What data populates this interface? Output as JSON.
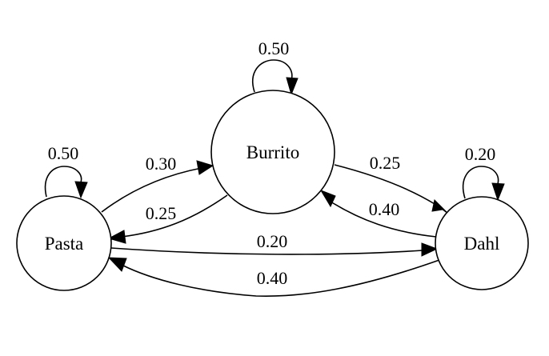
{
  "diagram": {
    "nodes": [
      {
        "id": "burrito",
        "label": "Burrito"
      },
      {
        "id": "pasta",
        "label": "Pasta"
      },
      {
        "id": "dahl",
        "label": "Dahl"
      }
    ],
    "edges": [
      {
        "id": "burrito-burrito",
        "from": "Burrito",
        "to": "Burrito",
        "label": "0.50"
      },
      {
        "id": "pasta-pasta",
        "from": "Pasta",
        "to": "Pasta",
        "label": "0.50"
      },
      {
        "id": "dahl-dahl",
        "from": "Dahl",
        "to": "Dahl",
        "label": "0.20"
      },
      {
        "id": "pasta-burrito",
        "from": "Pasta",
        "to": "Burrito",
        "label": "0.30"
      },
      {
        "id": "burrito-pasta",
        "from": "Burrito",
        "to": "Pasta",
        "label": "0.25"
      },
      {
        "id": "burrito-dahl",
        "from": "Burrito",
        "to": "Dahl",
        "label": "0.25"
      },
      {
        "id": "dahl-burrito",
        "from": "Dahl",
        "to": "Burrito",
        "label": "0.40"
      },
      {
        "id": "pasta-dahl",
        "from": "Pasta",
        "to": "Dahl",
        "label": "0.20"
      },
      {
        "id": "dahl-pasta",
        "from": "Dahl",
        "to": "Pasta",
        "label": "0.40"
      }
    ]
  }
}
